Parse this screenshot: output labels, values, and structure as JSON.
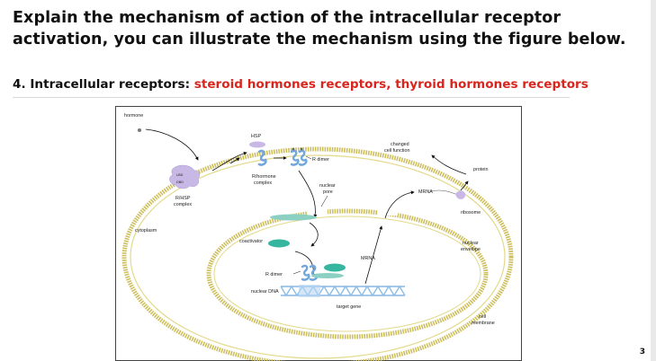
{
  "question": "Explain the mechanism of action of the intracellular receptor activation, you can illustrate the mechanism using the figure below.",
  "section": {
    "prefix": "4. Intracellular receptors: ",
    "highlight": "steroid hormones receptors, thyroid hormones receptors"
  },
  "figure": {
    "labels": {
      "hormone": "hormone",
      "hsp": "HSP",
      "r_hsp_line1": "R/HSP",
      "r_hsp_line2": "complex",
      "r_hormone_line1": "R/hormone",
      "r_hormone_line2": "complex",
      "r_dimer_top": "R dimer",
      "changed_line1": "changed",
      "changed_line2": "cell function",
      "protein": "protein",
      "nuclear_pore_line1": "nuclear",
      "nuclear_pore_line2": "pore",
      "mrna_right": "MRNA",
      "ribosome": "ribosome",
      "cytoplasm": "cytoplasm",
      "coactivator": "coactivator",
      "nuclear_envelope_line1": "nuclear",
      "nuclear_envelope_line2": "envelope",
      "mrna_center": "MRNA",
      "r_dimer_lower": "R dimer",
      "nuclear_dna": "nuclear DNA",
      "target_gene": "target gene",
      "cell_membrane_line1": "cell",
      "cell_membrane_line2": "membrane",
      "lbd": "LBD",
      "dbd": "DBD"
    },
    "colors": {
      "membrane": "#d4c66a",
      "receptor": "#c7b8e6",
      "complex": "#9ec4ee",
      "coactivator": "#36b69f",
      "dna": "#8bbfe8"
    }
  },
  "page_number": "3"
}
